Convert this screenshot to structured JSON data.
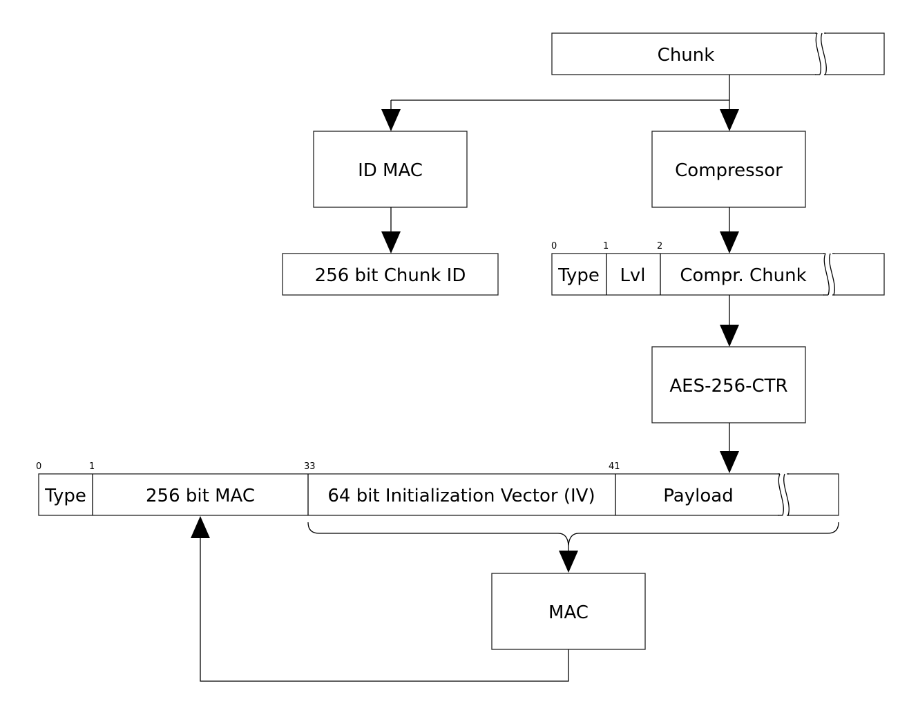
{
  "chunk": {
    "label": "Chunk"
  },
  "id_mac": {
    "label": "ID MAC"
  },
  "compressor": {
    "label": "Compressor"
  },
  "chunk_id": {
    "label": "256 bit Chunk ID"
  },
  "compressed_record": {
    "offsets": [
      "0",
      "1",
      "2"
    ],
    "fields": [
      "Type",
      "Lvl",
      "Compr. Chunk"
    ]
  },
  "cipher": {
    "label": "AES-256-CTR"
  },
  "output_record": {
    "offsets": [
      "0",
      "1",
      "33",
      "41"
    ],
    "fields": [
      "Type",
      "256 bit MAC",
      "64 bit Initialization Vector (IV)",
      "Payload"
    ]
  },
  "mac": {
    "label": "MAC"
  }
}
